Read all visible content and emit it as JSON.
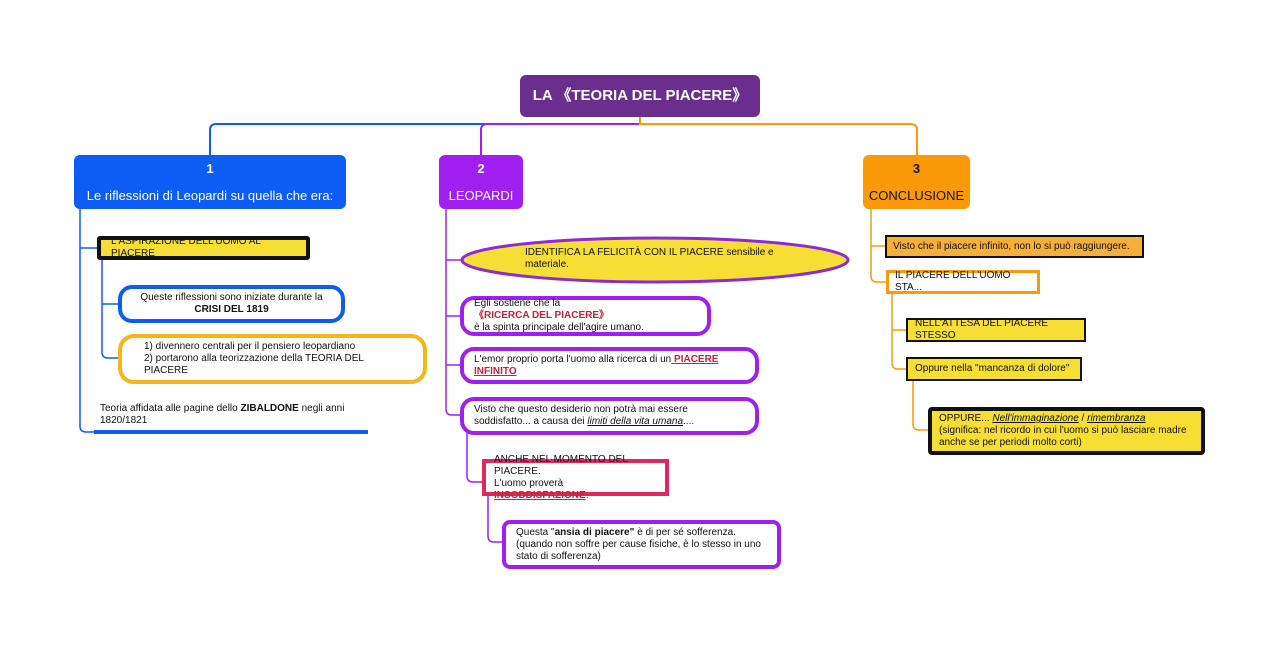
{
  "root": {
    "title": "LA 《TEORIA DEL PIACERE》"
  },
  "branch1": {
    "number": "1",
    "title": "Le riflessioni di Leopardi su quella che era:",
    "aspirazione": "L'ASPIRAZIONE DELL'UOMO AL PIACERE",
    "crisi_line1": "Queste riflessioni sono iniziate durante la",
    "crisi_line2": "CRISI DEL 1819",
    "divennero_line1": "1) divennero centrali per il pensiero leopardiano",
    "divennero_line2": "2) portarono alla teorizzazione della TEORIA DEL PIACERE",
    "zibaldone_pre": "Teoria affidata alle pagine dello ",
    "zibaldone_bold": "ZIBALDONE",
    "zibaldone_post": " negli anni 1820/1821"
  },
  "branch2": {
    "number": "2",
    "title": "LEOPARDI",
    "felicita": "IDENTIFICA LA FELICITÀ CON IL PIACERE sensibile e materiale.",
    "ricerca_pre": "Egli sostiene che la ",
    "ricerca_red": "《RICERCA DEL PIACERE》",
    "ricerca_post": "è la spinta principale dell'agire umano.",
    "emor_pre": "L'emor proprio porta l'uomo alla ricerca di un",
    "emor_red": " PIACERE INFINITO",
    "visto_pre": "Visto che questo desiderio non potrà mai essere soddisfatto... a causa dei ",
    "visto_it": "limiti della vita umana",
    "visto_post": "....",
    "anche_line1": "ANCHE NEL MOMENTO DEL PIACERE.",
    "anche_pre": "L'uomo proverà ",
    "anche_red": "INSODDISFAZIONE",
    "anche_post": ".",
    "ansia_pre": "Questa \"",
    "ansia_bold": "ansia di piacere\"",
    "ansia_post": " è di per sé sofferenza.",
    "ansia_line2": "(quando non soffre per cause fisiche, è lo stesso in uno stato di sofferenza)"
  },
  "branch3": {
    "number": "3",
    "title": "CONCLUSIONE",
    "visto": "Visto che il piacere infinito, non lo si può raggiungere.",
    "stato": "IL PIACERE DELL'UOMO STA...",
    "attesa": "NELL'ATTESA DEL PIACERE STESSO",
    "mancanza": "Oppure nella \"mancanza di dolore\"",
    "oppure_pre": "OPPURE... ",
    "oppure_u1": "Nell'immaginazione",
    "oppure_sep": " / ",
    "oppure_u2": "rimembranza",
    "oppure_line2": "(significa: nel ricordo in cui l'uomo si può lasciare madre anche se per periodi molto corti)"
  },
  "colors": {
    "root": "#6a2e8e",
    "blue": "#0d5cf5",
    "purple": "#a11ef0",
    "orange": "#fb9a08",
    "yellow": "#f6de34",
    "red": "#c7203d"
  }
}
